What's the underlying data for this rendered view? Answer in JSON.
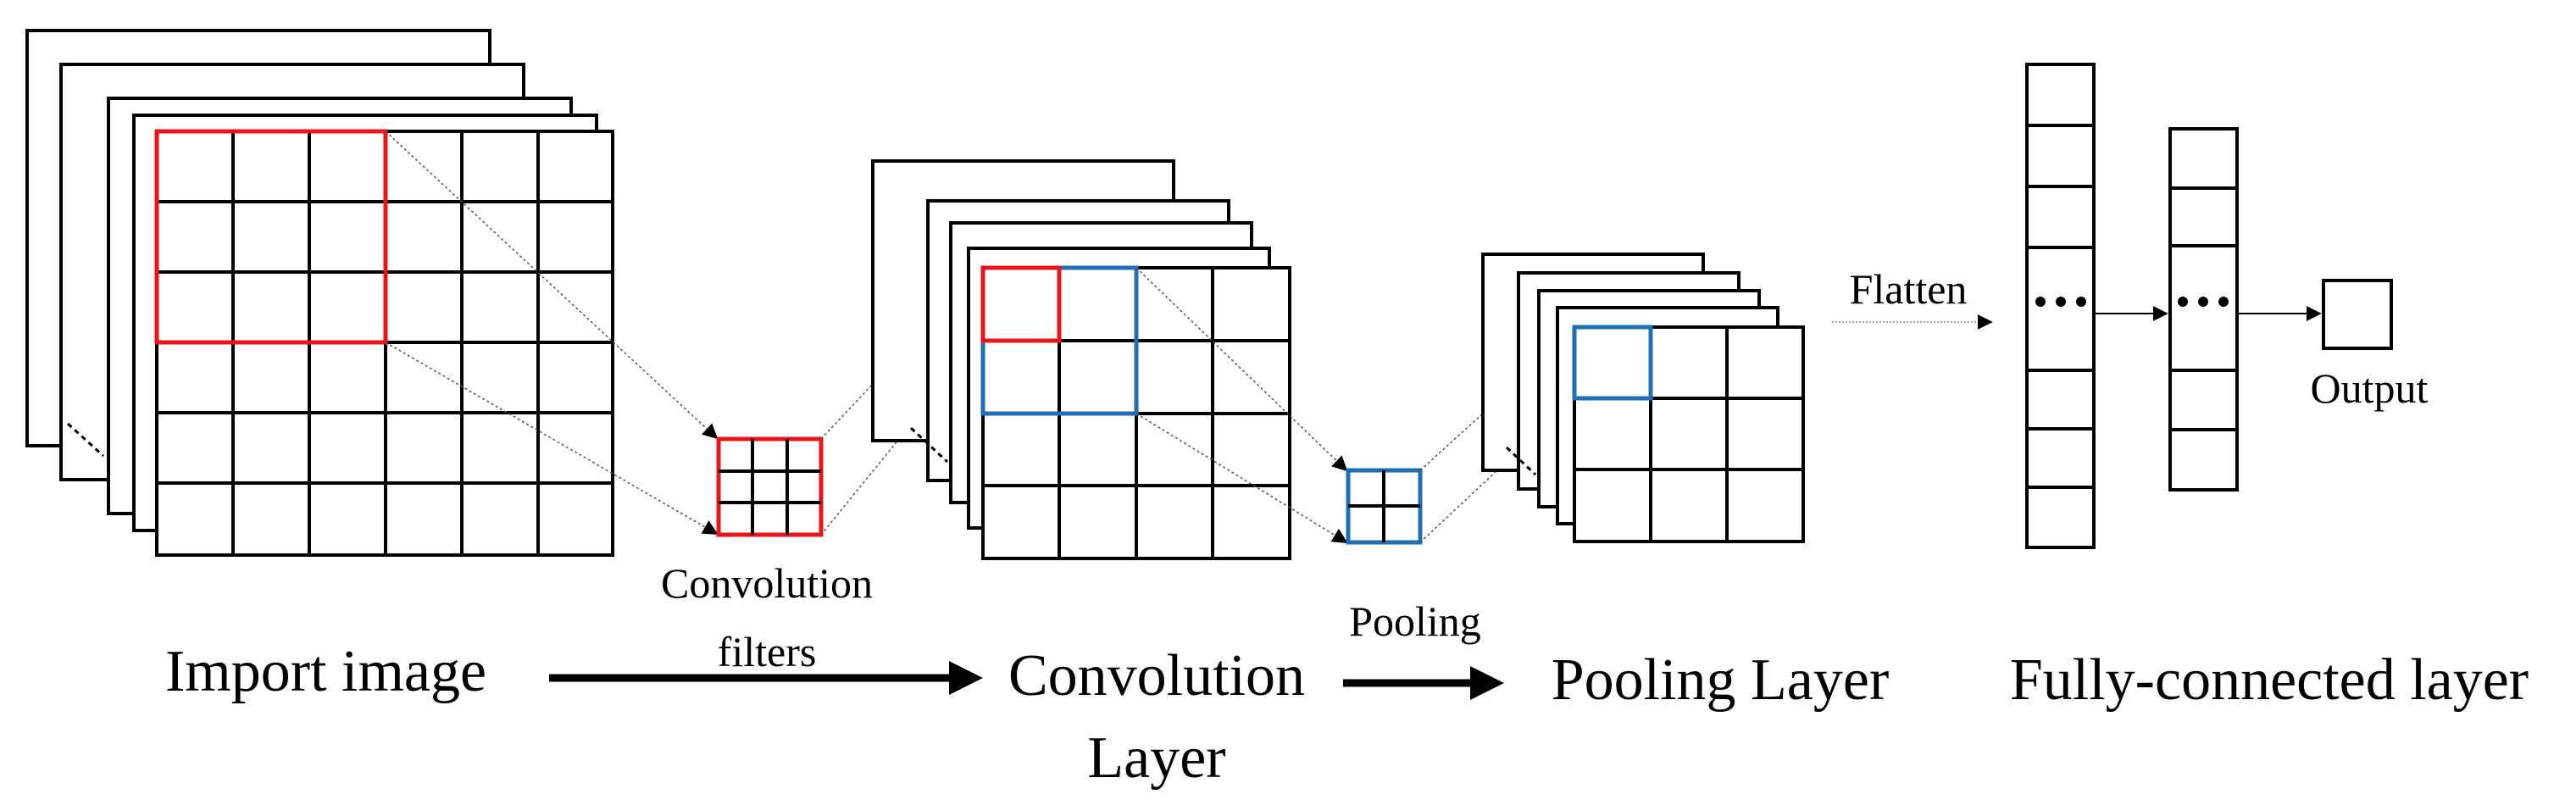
{
  "labels": {
    "import_image": "Import image",
    "convolution_filters_line1": "Convolution",
    "convolution_filters_line2": "filters",
    "convolution_layer_line1": "Convolution",
    "convolution_layer_line2": "Layer",
    "pooling": "Pooling",
    "pooling_layer": "Pooling Layer",
    "flatten": "Flatten",
    "output": "Output",
    "fully_connected_layer": "Fully-connected layer"
  },
  "colors": {
    "stroke": "#000000",
    "convolution_highlight": "#e8161b",
    "pooling_highlight": "#1f6fb4"
  }
}
